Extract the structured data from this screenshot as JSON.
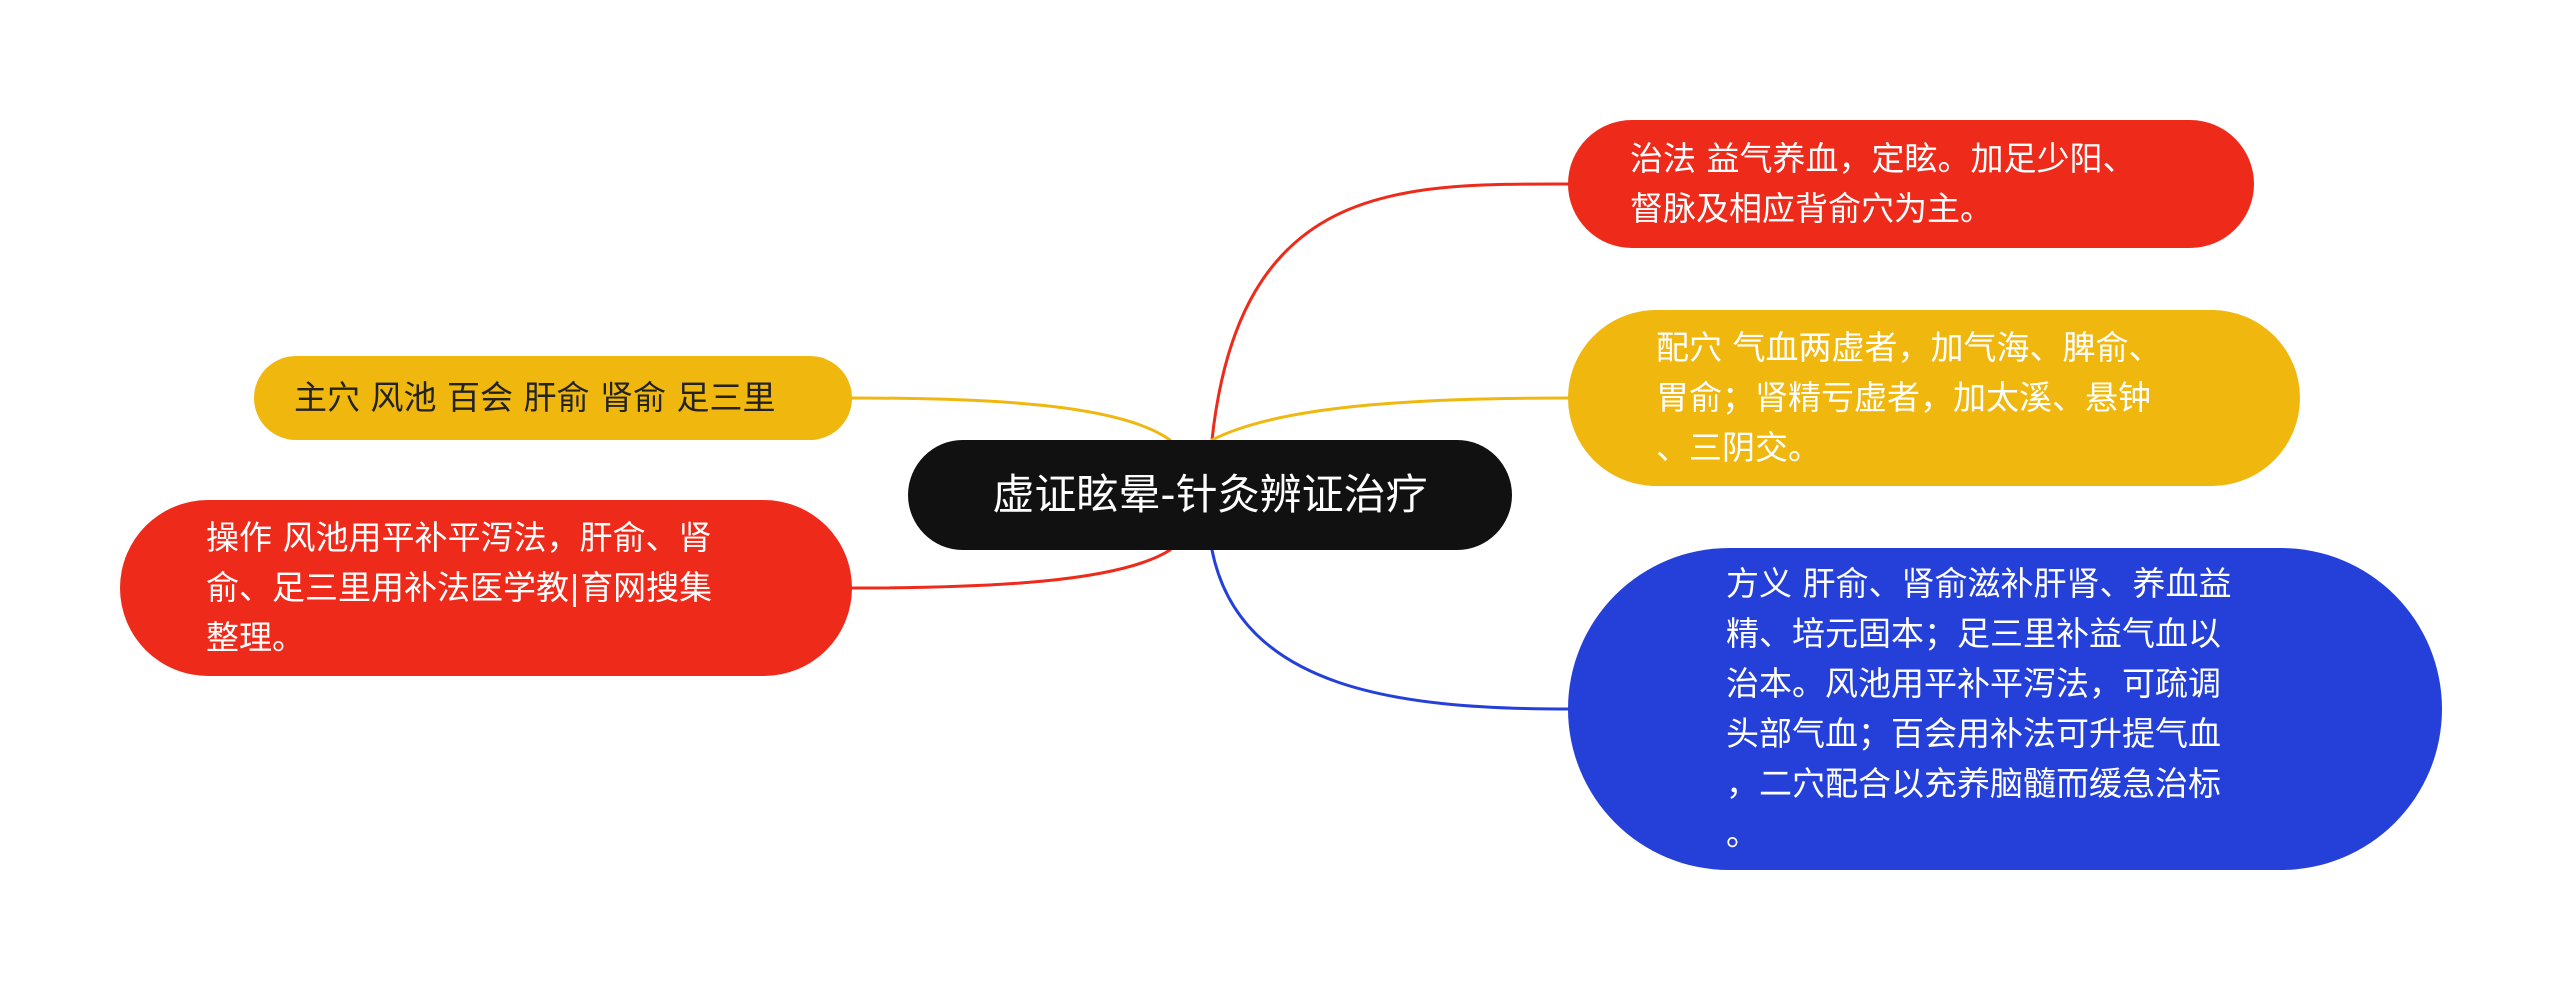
{
  "title": "虚证眩晕-针灸辨证治疗",
  "colors": {
    "center": "#111111",
    "red": "#ee2a1b",
    "yellow": "#f0b70f",
    "blue": "#2540d9"
  },
  "nodes": {
    "zhifa": {
      "text": "治法 益气养血，定眩。加足少阳、\n督脉及相应背俞穴为主。",
      "color": "#ee2a1b"
    },
    "peixue": {
      "text": "配穴 气血两虚者，加气海、脾俞、\n胃俞；肾精亏虚者，加太溪、悬钟\n、三阴交。",
      "color": "#f0b70f"
    },
    "fangyi": {
      "text": "方义 肝俞、肾俞滋补肝肾、养血益\n精、培元固本；足三里补益气血以\n治本。风池用平补平泻法，可疏调\n头部气血；百会用补法可升提气血\n，二穴配合以充养脑髓而缓急治标\n。",
      "color": "#2540d9"
    },
    "zhuxue": {
      "text": "主穴 风池 百会 肝俞 肾俞 足三里",
      "color": "#f0b70f"
    },
    "caozuo": {
      "text": "操作 风池用平补平泻法，肝俞、肾\n俞、足三里用补法医学教|育网搜集\n整理。",
      "color": "#ee2a1b"
    }
  }
}
